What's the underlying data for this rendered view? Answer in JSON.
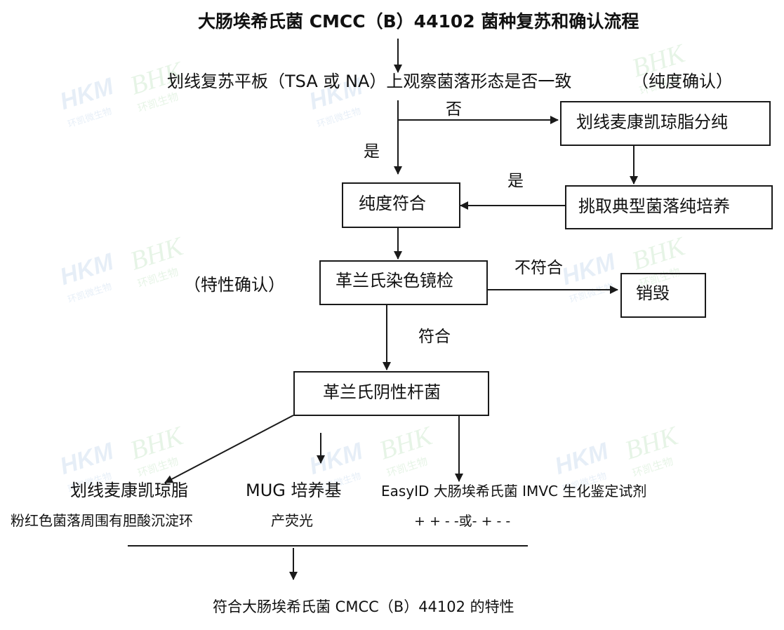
{
  "title": "大肠埃希氏菌 CMCC（B）44102 菌种复苏和确认流程",
  "watermark": {
    "logo_a": "HKM",
    "logo_a_sub": "环凯微生物",
    "logo_b": "BHK",
    "logo_b_sub": "环凯生物",
    "colors": {
      "blue": "#7aa7d6",
      "green": "#7cc47a"
    }
  },
  "steps": {
    "streak_observe": "划线复苏平板（TSA 或 NA）上观察菌落形态是否一致",
    "purity_note": "（纯度确认）",
    "macconkey_separate": "划线麦康凯琼脂分纯",
    "pick_colony": "挑取典型菌落纯培养",
    "purity_ok": "纯度符合",
    "gram_stain": "革兰氏染色镜检",
    "trait_note": "（特性确认）",
    "destroy": "销毁",
    "gram_negative_rod": "革兰氏阴性杆菌",
    "final": "符合大肠埃希氏菌 CMCC（B）44102 的特性"
  },
  "edge_labels": {
    "no": "否",
    "yes_down": "是",
    "yes_left": "是",
    "not_match": "不符合",
    "match": "符合"
  },
  "tests": [
    {
      "name": "划线麦康凯琼脂",
      "result": "粉红色菌落周围有胆酸沉淀环"
    },
    {
      "name": "MUG 培养基",
      "result": "产荧光"
    },
    {
      "name": "EasyID 大肠埃希氏菌 IMVC 生化鉴定试剂",
      "result": "+ + - -或- + - -"
    }
  ],
  "colors": {
    "line": "#1a1a1a",
    "text": "#111111"
  }
}
